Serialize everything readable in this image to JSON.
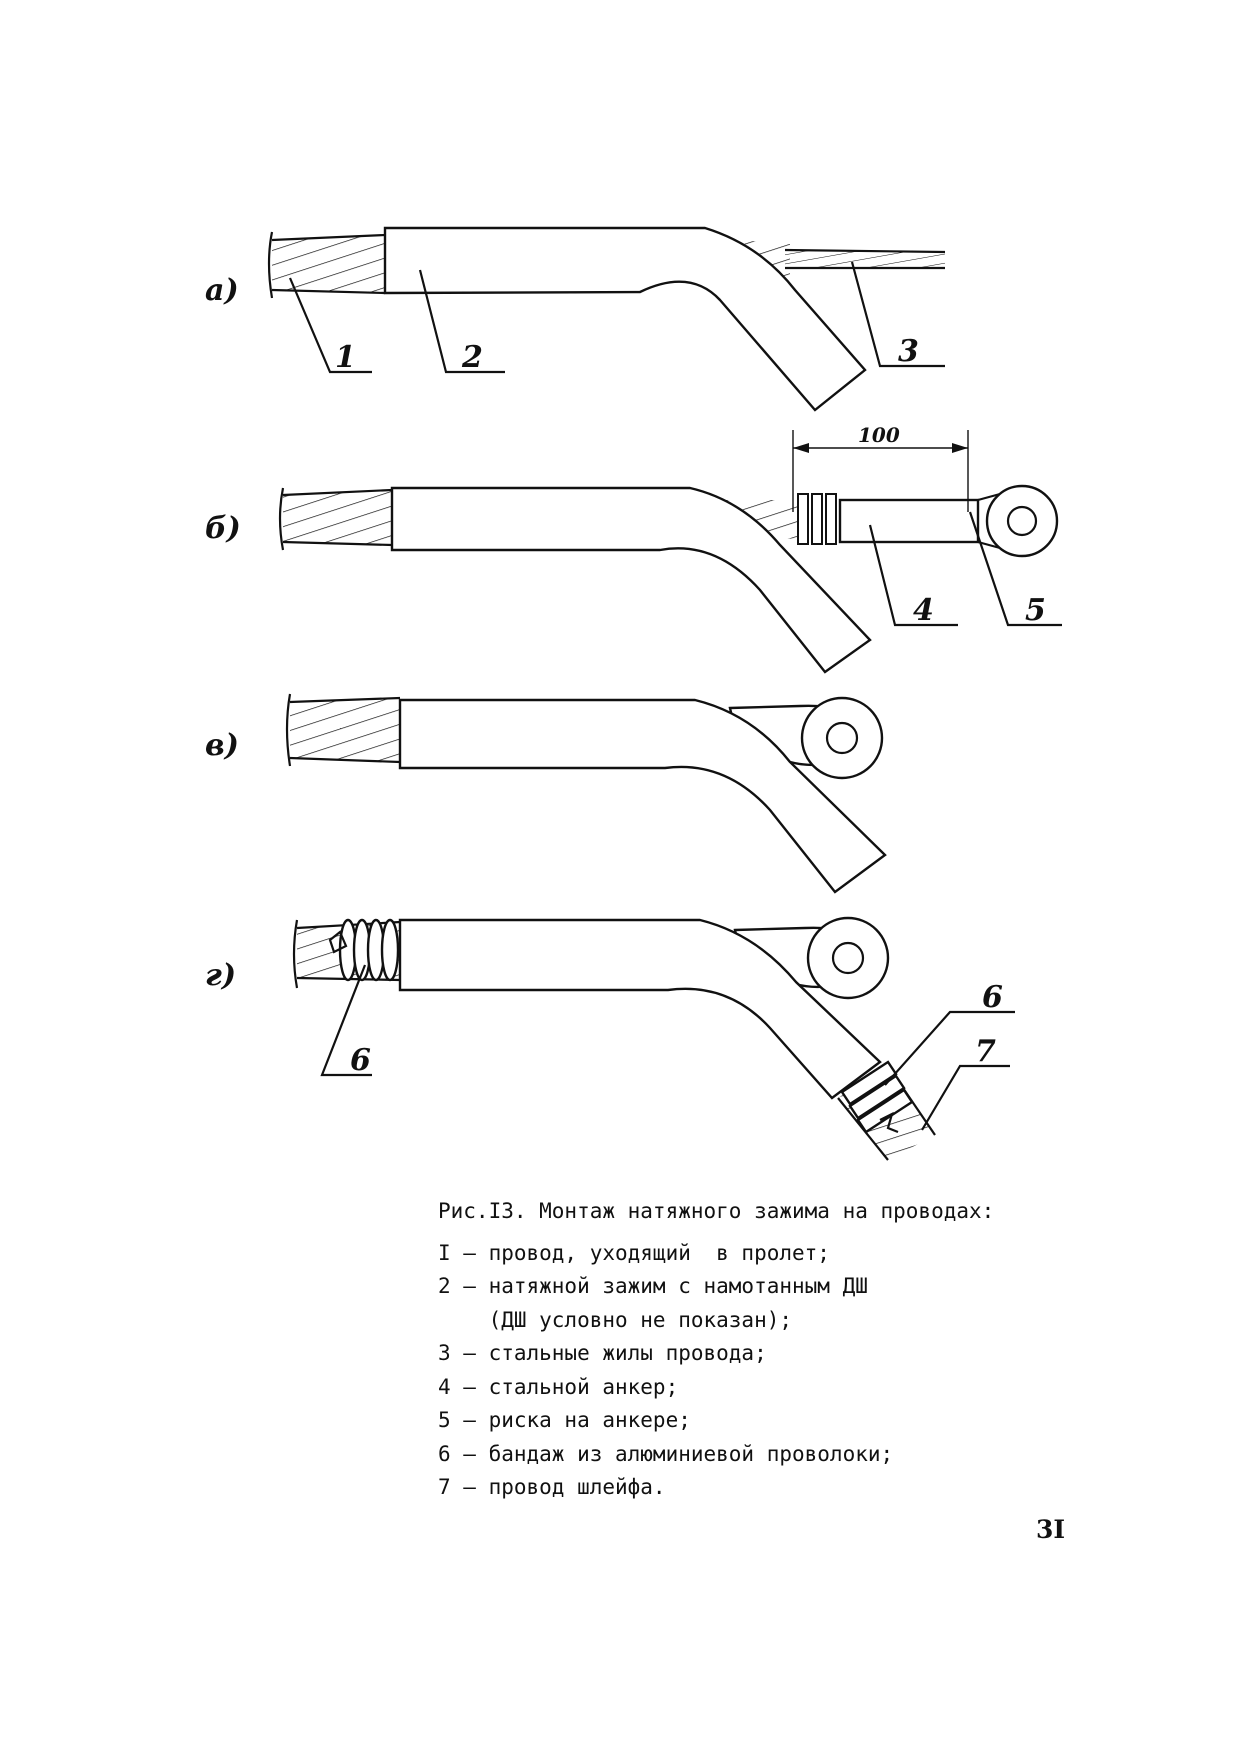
{
  "figure": {
    "panels": [
      {
        "letter": "а)",
        "callouts": [
          "1",
          "2",
          "3"
        ]
      },
      {
        "letter": "б)",
        "dimension": "100",
        "callouts": [
          "4",
          "5"
        ]
      },
      {
        "letter": "в)"
      },
      {
        "letter": "г)",
        "callouts": [
          "6",
          "6",
          "7"
        ]
      }
    ]
  },
  "caption": {
    "title": "Рис.I3. Монтаж натяжного зажима на проводах:",
    "items": [
      "I – провод, уходящий  в пролет;",
      "2 – натяжной зажим с намотанным ДШ",
      "    (ДШ условно не показан);",
      "3 – стальные жилы провода;",
      "4 – стальной анкер;",
      "5 – риска на анкере;",
      "6 – бандаж из алюминиевой проволоки;",
      "7 – провод шлейфа."
    ]
  },
  "page_number": "3I"
}
